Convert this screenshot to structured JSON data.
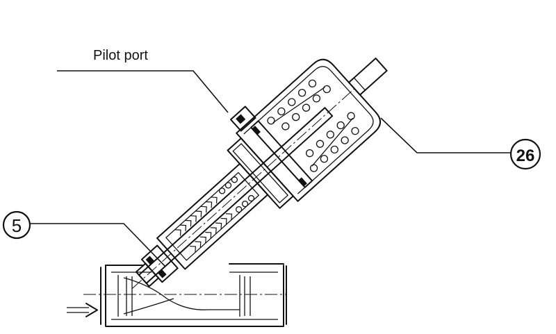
{
  "labels": {
    "pilot_port": "Pilot port",
    "callout_5": "5",
    "callout_26": "26"
  },
  "colors": {
    "ink": "#111111",
    "background": "#ffffff"
  }
}
